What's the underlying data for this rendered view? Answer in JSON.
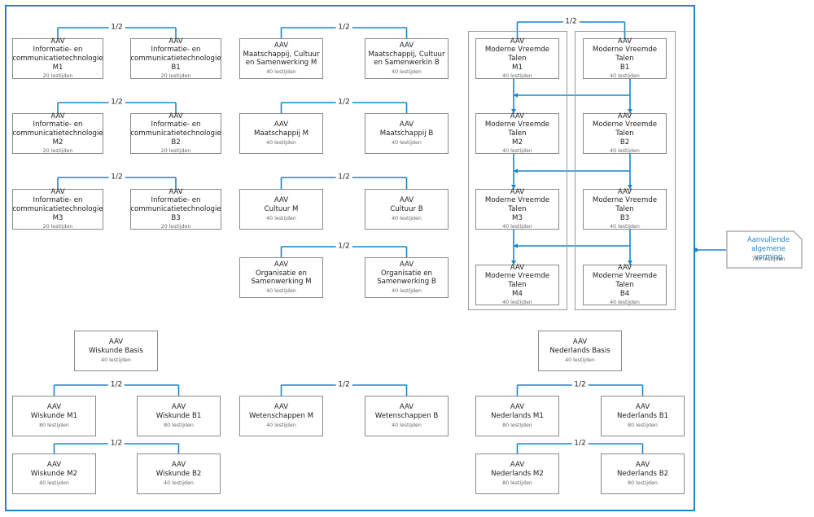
{
  "colors": {
    "accent": "#1a86c8",
    "border": "#8a8a8a",
    "text": "#222222"
  },
  "half_label": "1/2",
  "callout": {
    "title": "Aanvullende algemene vorming",
    "sub": "780 lestijden"
  },
  "boxes": {
    "ict_m1": {
      "title": "AAV\nInformatie- en\ncommunicatietechnologie M1",
      "sub": "20 lestijden"
    },
    "ict_b1": {
      "title": "AAV\nInformatie- en\ncommunicatietechnologie B1",
      "sub": "20 lestijden"
    },
    "ict_m2": {
      "title": "AAV\nInformatie- en\ncommunicatietechnologie M2",
      "sub": "20 lestijden"
    },
    "ict_b2": {
      "title": "AAV\nInformatie- en\ncommunicatietechnologie B2",
      "sub": "20 lestijden"
    },
    "ict_m3": {
      "title": "AAV\nInformatie- en\ncommunicatietechnologie M3",
      "sub": "20 lestijden"
    },
    "ict_b3": {
      "title": "AAV\nInformatie- en\ncommunicatietechnologie B3",
      "sub": "20 lestijden"
    },
    "mcs_m": {
      "title": "AAV\nMaatschappij, Cultuur\nen Samenwerking M",
      "sub": "40 lestijden"
    },
    "mcs_b": {
      "title": "AAV\nMaatschappij, Cultuur\nen Samenwerkin B",
      "sub": "40 lestijden"
    },
    "maat_m": {
      "title": "AAV\nMaatschappij M",
      "sub": "40 lestijden"
    },
    "maat_b": {
      "title": "AAV\nMaatschappij B",
      "sub": "40 lestijden"
    },
    "cult_m": {
      "title": "AAV\nCultuur M",
      "sub": "40 lestijden"
    },
    "cult_b": {
      "title": "AAV\nCultuur B",
      "sub": "40 lestijden"
    },
    "org_m": {
      "title": "AAV\nOrganisatie en\nSamenwerking M",
      "sub": "40 lestijden"
    },
    "org_b": {
      "title": "AAV\nOrganisatie en\nSamenwerking B",
      "sub": "40 lestijden"
    },
    "mvt_m1": {
      "title": "AAV\nModerne Vreemde Talen\nM1",
      "sub": "40 lestijden"
    },
    "mvt_b1": {
      "title": "AAV\nModerne Vreemde Talen\nB1",
      "sub": "40 lestijden"
    },
    "mvt_m2": {
      "title": "AAV\nModerne Vreemde Talen\nM2",
      "sub": "40 lestijden"
    },
    "mvt_b2": {
      "title": "AAV\nModerne Vreemde Talen\nB2",
      "sub": "40 lestijden"
    },
    "mvt_m3": {
      "title": "AAV\nModerne Vreemde Talen\nM3",
      "sub": "40 lestijden"
    },
    "mvt_b3": {
      "title": "AAV\nModerne Vreemde Talen\nB3",
      "sub": "40 lestijden"
    },
    "mvt_m4": {
      "title": "AAV\nModerne Vreemde Talen\nM4",
      "sub": "40 lestijden"
    },
    "mvt_b4": {
      "title": "AAV\nModerne Vreemde Talen\nB4",
      "sub": "40 lestijden"
    },
    "wis_basis": {
      "title": "AAV\nWiskunde Basis",
      "sub": "40 lestijden"
    },
    "ned_basis": {
      "title": "AAV\nNederlands Basis",
      "sub": "40 lestijden"
    },
    "wis_m1": {
      "title": "AAV\nWiskunde M1",
      "sub": "80 lestijden"
    },
    "wis_b1": {
      "title": "AAV\nWiskunde B1",
      "sub": "80 lestijden"
    },
    "wis_m2": {
      "title": "AAV\nWiskunde M2",
      "sub": "40 lestijden"
    },
    "wis_b2": {
      "title": "AAV\nWiskunde B2",
      "sub": "40 lestijden"
    },
    "wet_m": {
      "title": "AAV\nWetenschappen M",
      "sub": "40 lestijden"
    },
    "wet_b": {
      "title": "AAV\nWetenschappen B",
      "sub": "40 lestijden"
    },
    "ned_m1": {
      "title": "AAV\nNederlands M1",
      "sub": "80 lestijden"
    },
    "ned_b1": {
      "title": "AAV\nNederlands B1",
      "sub": "80 lestijden"
    },
    "ned_m2": {
      "title": "AAV\nNederlands M2",
      "sub": "80 lestijden"
    },
    "ned_b2": {
      "title": "AAV\nNederlands B2",
      "sub": "80 lestijden"
    }
  }
}
